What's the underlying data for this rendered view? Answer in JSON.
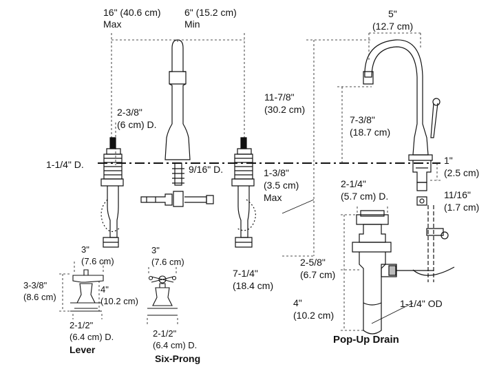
{
  "dimensions": {
    "span_max": "16\" (40.6 cm)",
    "span_max_note": "Max",
    "span_min": "6\" (15.2 cm)",
    "span_min_note": "Min",
    "spout_reach_in": "5\"",
    "spout_reach_cm": "(12.7 cm)",
    "overall_height_in": "11-7/8\"",
    "overall_height_cm": "(30.2 cm)",
    "valve_hole_in": "2-3/8\"",
    "valve_hole_cm": "(6 cm) D.",
    "spout_height_in": "7-3/8\"",
    "spout_height_cm": "(18.7 cm)",
    "shank_dia": "1-1/4\" D.",
    "center_hole": "9/16\" D.",
    "deck_max_in": "1-3/8\"",
    "deck_max_cm": "(3.5 cm)",
    "deck_max_note": "Max",
    "deck_thick_in": "1\"",
    "deck_thick_cm": "(2.5 cm)",
    "drain_dia_in": "2-1/4\"",
    "drain_dia_cm": "(5.7 cm) D.",
    "pivot_in": "11/16\"",
    "pivot_cm": "(1.7 cm)",
    "below_deck_in": "7-1/4\"",
    "below_deck_cm": "(18.4 cm)",
    "drain_top_in": "2-5/8\"",
    "drain_top_cm": "(6.7 cm)",
    "drain_bottom_in": "4\"",
    "drain_bottom_cm": "(10.2 cm)",
    "tailpiece_od": "1-1/4\" OD"
  },
  "lever": {
    "width_in": "3\"",
    "width_cm": "(7.6 cm)",
    "height_in": "3-3/8\"",
    "height_cm": "(8.6 cm)",
    "depth_in": "4\"",
    "depth_cm": "(10.2 cm)",
    "base_in": "2-1/2\"",
    "base_cm": "(6.4 cm) D.",
    "caption": "Lever"
  },
  "six_prong": {
    "width_in": "3\"",
    "width_cm": "(7.6 cm)",
    "base_in": "2-1/2\"",
    "base_cm": "(6.4 cm) D.",
    "caption": "Six-Prong"
  },
  "drain_caption": "Pop-Up Drain"
}
